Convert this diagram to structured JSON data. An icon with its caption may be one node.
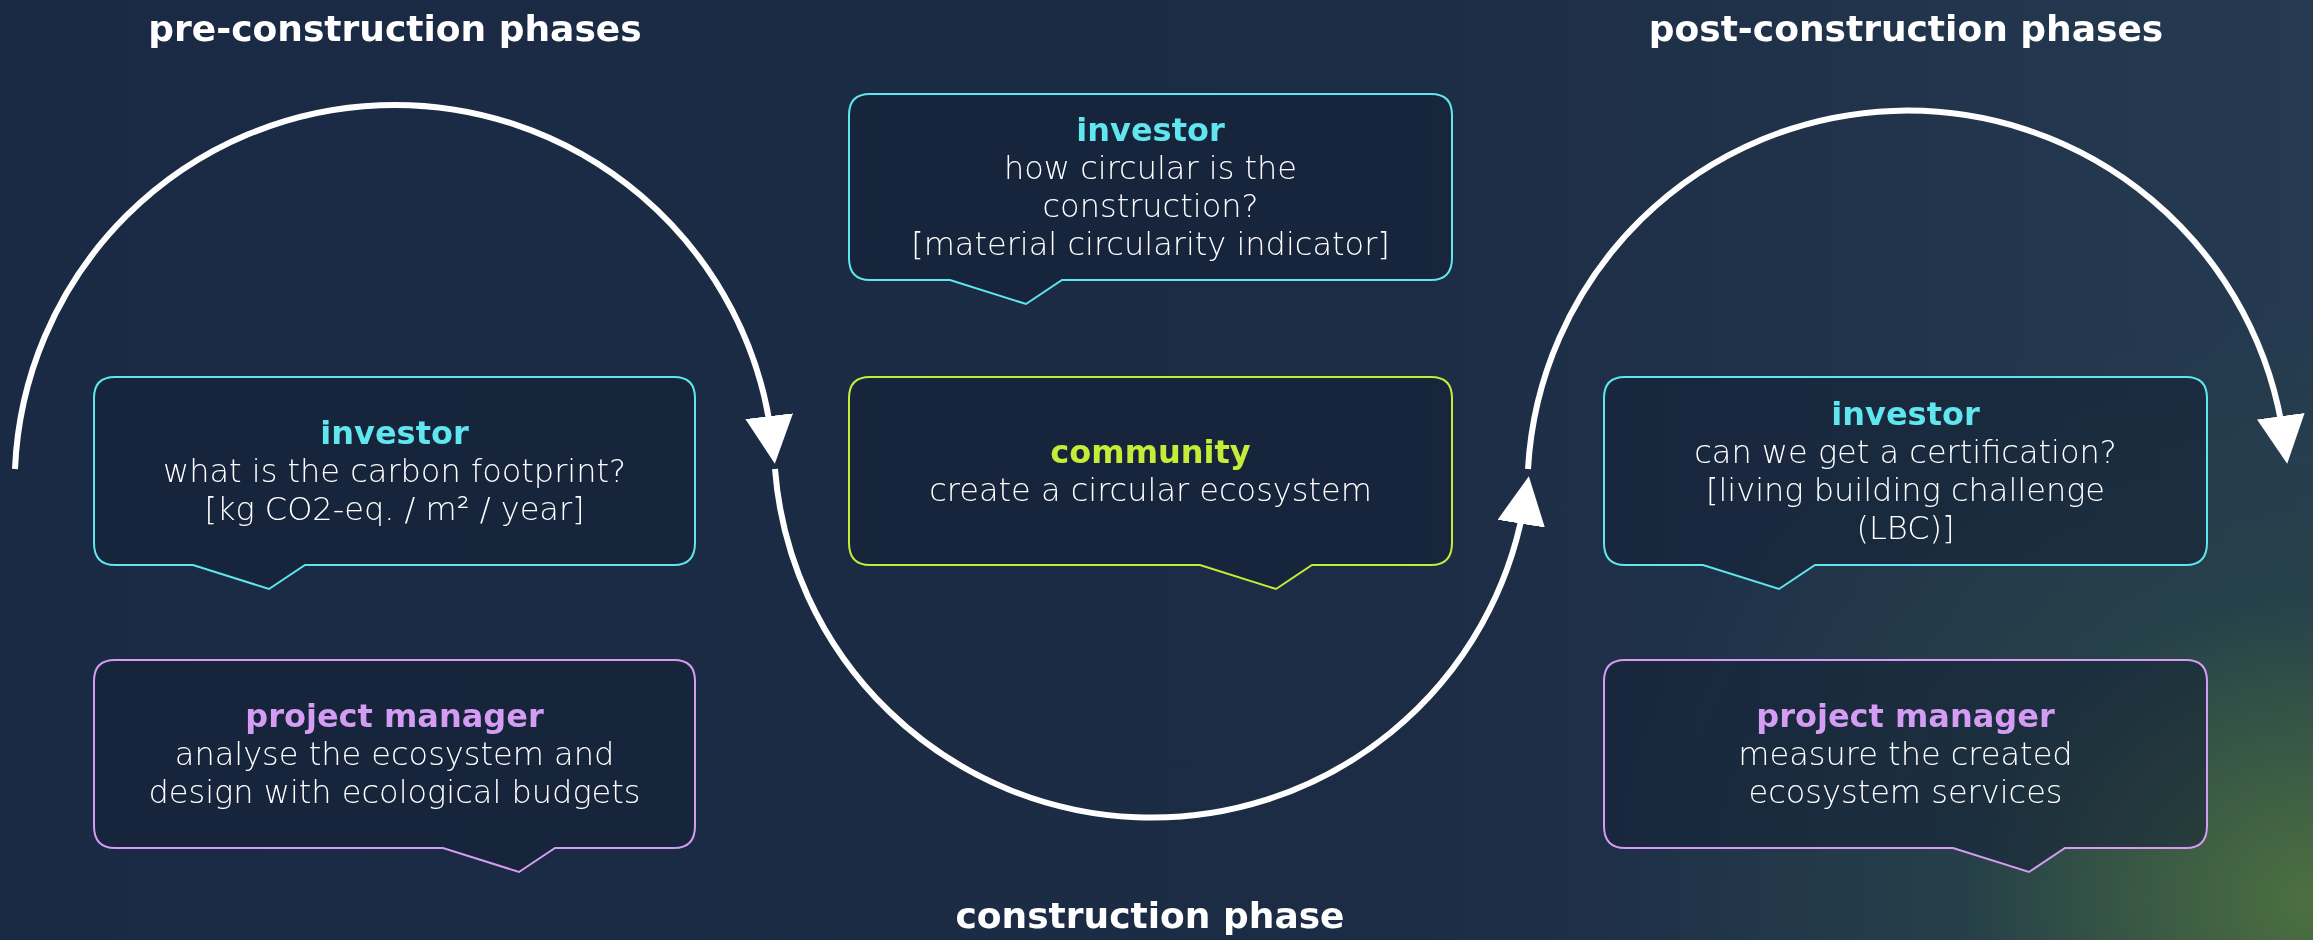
{
  "diagram": {
    "nodes": [
      {
        "text": [
          "investor",
          "how circular is the construction?",
          "[material circularity indicator]"
        ]
      },
      {
        "text": [
          "investor",
          "what is the carbon footprint?",
          "[kg CO2-eq. / m² / year]"
        ]
      },
      {
        "text": [
          "community",
          "create a circular ecosystem"
        ]
      },
      {
        "text": [
          "investor",
          "can we get a certification?",
          "[living building challenge (LBC)]"
        ]
      },
      {
        "text": [
          "project manager",
          "analyse the ecosystem and design with ecological budgets"
        ]
      },
      {
        "text": [
          "project manager",
          "measure the created ecosystem services"
        ]
      }
    ],
    "edges": [],
    "labels": [
      "pre-construction phases",
      "post-construction phases",
      "construction phase"
    ]
  }
}
